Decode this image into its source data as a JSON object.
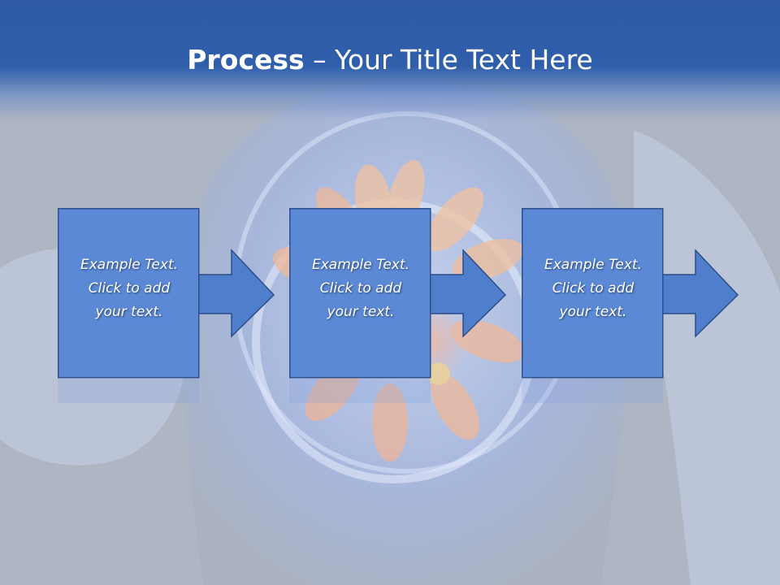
{
  "title": {
    "bold": "Process",
    "rest": " – Your Title Text Here"
  },
  "steps": [
    {
      "lines": [
        "Example Text.",
        "Click  to add",
        "your text."
      ]
    },
    {
      "lines": [
        "Example Text.",
        "Click  to add",
        "your text."
      ]
    },
    {
      "lines": [
        "Example Text.",
        "Click  to add",
        "your text."
      ]
    }
  ],
  "colors": {
    "header": "#2e5aa6",
    "box": "#5b89d6",
    "arrow": "#4f7fcc",
    "box_border": "#2d4f8a"
  }
}
